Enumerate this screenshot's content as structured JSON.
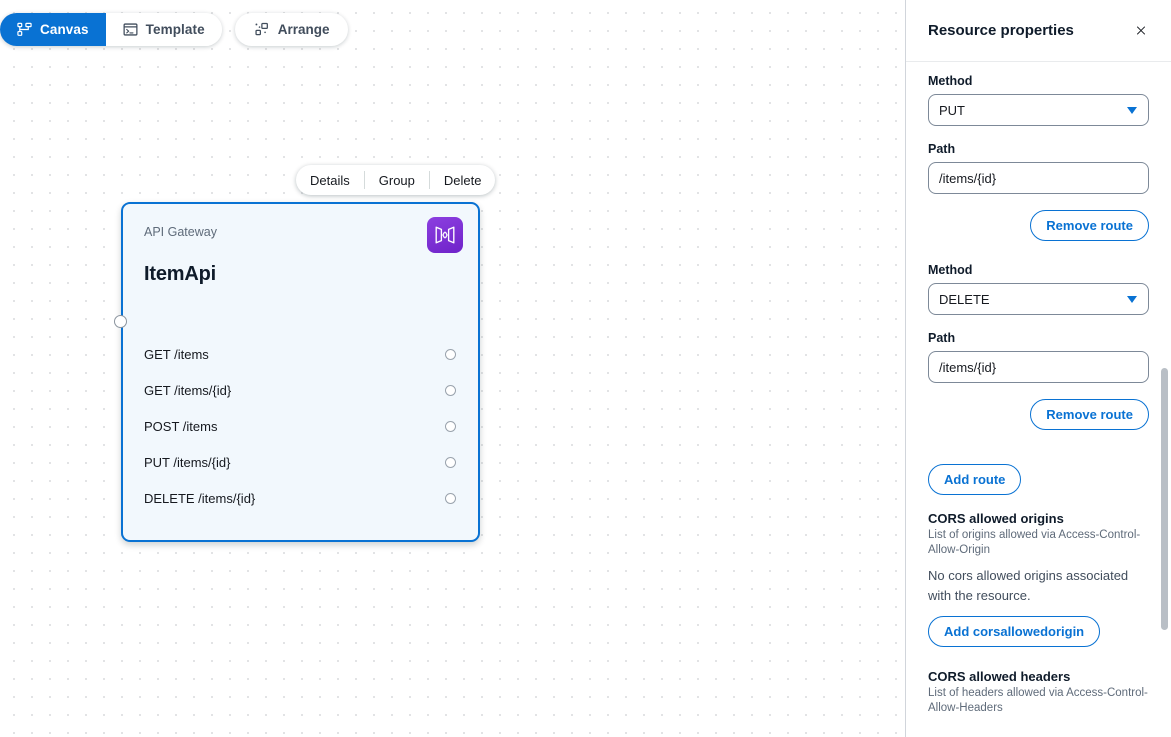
{
  "toolbar": {
    "canvas_label": "Canvas",
    "canvas_icon": "canvas-nodes-icon",
    "template_label": "Template",
    "template_icon": "template-window-icon",
    "arrange_label": "Arrange",
    "arrange_icon": "arrange-grid-icon",
    "active_tab": "Canvas",
    "accent_color": "#0972d3"
  },
  "context_menu": {
    "details_label": "Details",
    "group_label": "Group",
    "delete_label": "Delete"
  },
  "node": {
    "kind": "API Gateway",
    "title": "ItemApi",
    "icon": "api-gateway-icon",
    "icon_color": "#7b2fd6",
    "border_color": "#0972d3",
    "background_color": "#f2f8fd",
    "routes": [
      {
        "label": "GET /items"
      },
      {
        "label": "GET /items/{id}"
      },
      {
        "label": "POST /items"
      },
      {
        "label": "PUT /items/{id}"
      },
      {
        "label": "DELETE /items/{id}"
      }
    ]
  },
  "panel": {
    "title": "Resource properties",
    "close_icon": "close-icon",
    "routes": [
      {
        "method_label": "Method",
        "method_value": "PUT",
        "path_label": "Path",
        "path_value": "/items/{id}",
        "remove_label": "Remove route"
      },
      {
        "method_label": "Method",
        "method_value": "DELETE",
        "path_label": "Path",
        "path_value": "/items/{id}",
        "remove_label": "Remove route"
      }
    ],
    "add_route_label": "Add route",
    "cors_origins": {
      "title": "CORS allowed origins",
      "description": "List of origins allowed via Access-Control-Allow-Origin",
      "empty_text": "No cors allowed origins associated with the resource.",
      "add_label": "Add corsallowedorigin"
    },
    "cors_headers": {
      "title": "CORS allowed headers",
      "description": "List of headers allowed via Access-Control-Allow-Headers"
    }
  }
}
